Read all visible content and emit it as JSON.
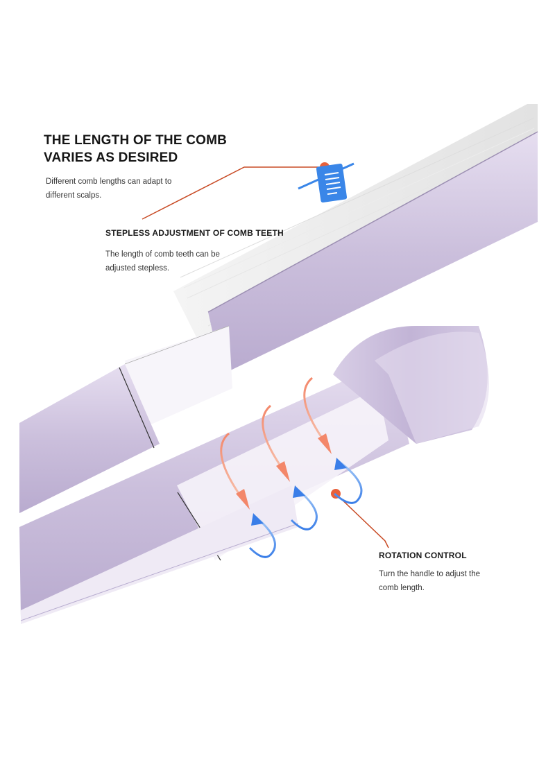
{
  "feature1": {
    "title_line1": "THE LENGTH OF THE COMB",
    "title_line2": "VARIES AS DESIRED",
    "desc_line1": "Different comb lengths can adapt to",
    "desc_line2": "different scalps."
  },
  "feature2": {
    "title": "STEPLESS ADJUSTMENT OF COMB TEETH",
    "desc_line1": "The length of comb teeth can be",
    "desc_line2": "adjusted stepless."
  },
  "feature3": {
    "title": "ROTATION CONTROL",
    "desc_line1": "Turn the handle to adjust the",
    "desc_line2": "comb length."
  },
  "colors": {
    "accent_orange": "#e8603a",
    "accent_blue": "#3a86e8",
    "body_lavender": "#cfc4de",
    "leader_line": "#c84a24"
  },
  "icons": [
    "comb-scale-icon",
    "rotate-arrow-icon"
  ]
}
